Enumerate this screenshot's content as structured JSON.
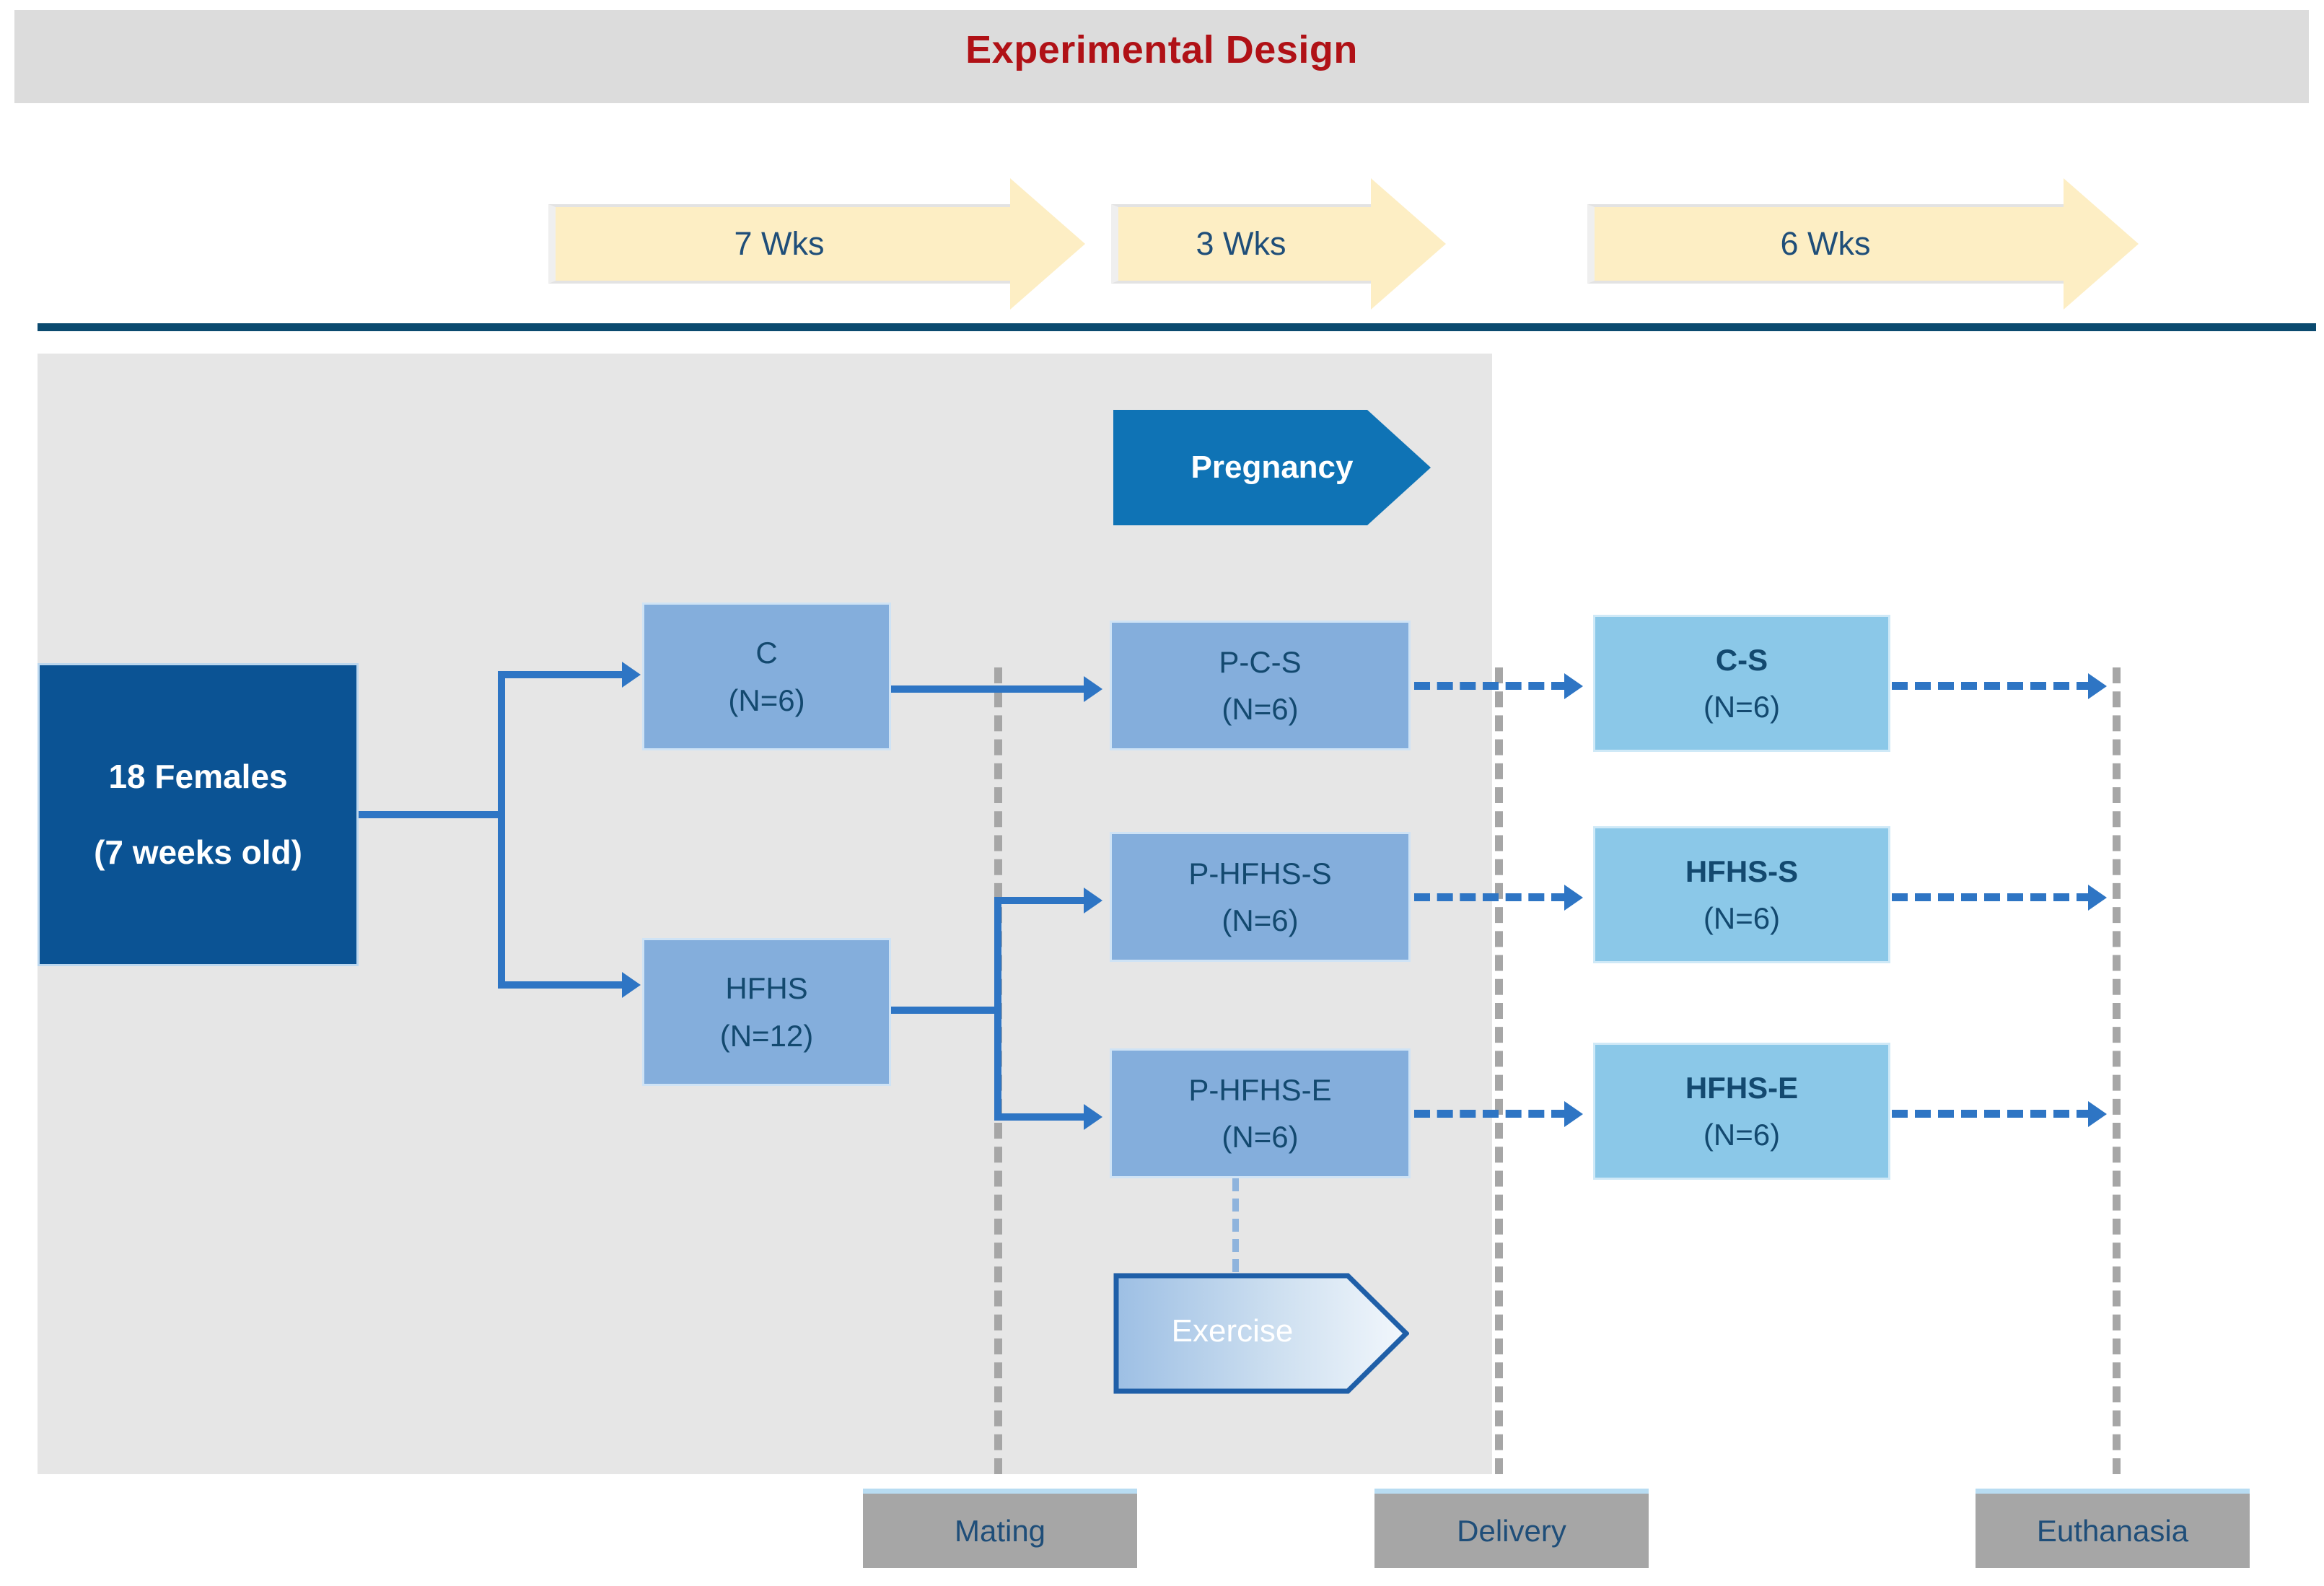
{
  "title": "Experimental Design",
  "phases": [
    {
      "label": "7 Wks"
    },
    {
      "label": "3 Wks"
    },
    {
      "label": "6 Wks"
    }
  ],
  "pregnancy": {
    "label": "Pregnancy"
  },
  "exercise": {
    "label": "Exercise"
  },
  "root": {
    "line1": "18 Females",
    "line2": "(7 weeks old)"
  },
  "diet_groups": [
    {
      "line1": "C",
      "line2": "(N=6)"
    },
    {
      "line1": "HFHS",
      "line2": "(N=12)"
    }
  ],
  "pregnancy_groups": [
    {
      "line1": "P-C-S",
      "line2": "(N=6)"
    },
    {
      "line1": "P-HFHS-S",
      "line2": "(N=6)"
    },
    {
      "line1": "P-HFHS-E",
      "line2": "(N=6)"
    }
  ],
  "offspring_groups": [
    {
      "line1": "C-S",
      "line2": "(N=6)"
    },
    {
      "line1": "HFHS-S",
      "line2": "(N=6)"
    },
    {
      "line1": "HFHS-E",
      "line2": "(N=6)"
    }
  ],
  "events": [
    {
      "label": "Mating"
    },
    {
      "label": "Delivery"
    },
    {
      "label": "Euthanasia"
    }
  ],
  "colors": {
    "title_text": "#b01116",
    "title_band": "#dcdcdc",
    "panel": "#e6e6e6",
    "rule": "#0b4a6f",
    "root_box": "#0b5394",
    "mid_box": "#84aedc",
    "out_box": "#8bc8e8",
    "pregnancy_chevron": "#0f73b5",
    "phase_arrow": "#fdeec4",
    "connector": "#2e75c4",
    "event_box": "#a6a6a6",
    "node_text": "#13496f"
  }
}
